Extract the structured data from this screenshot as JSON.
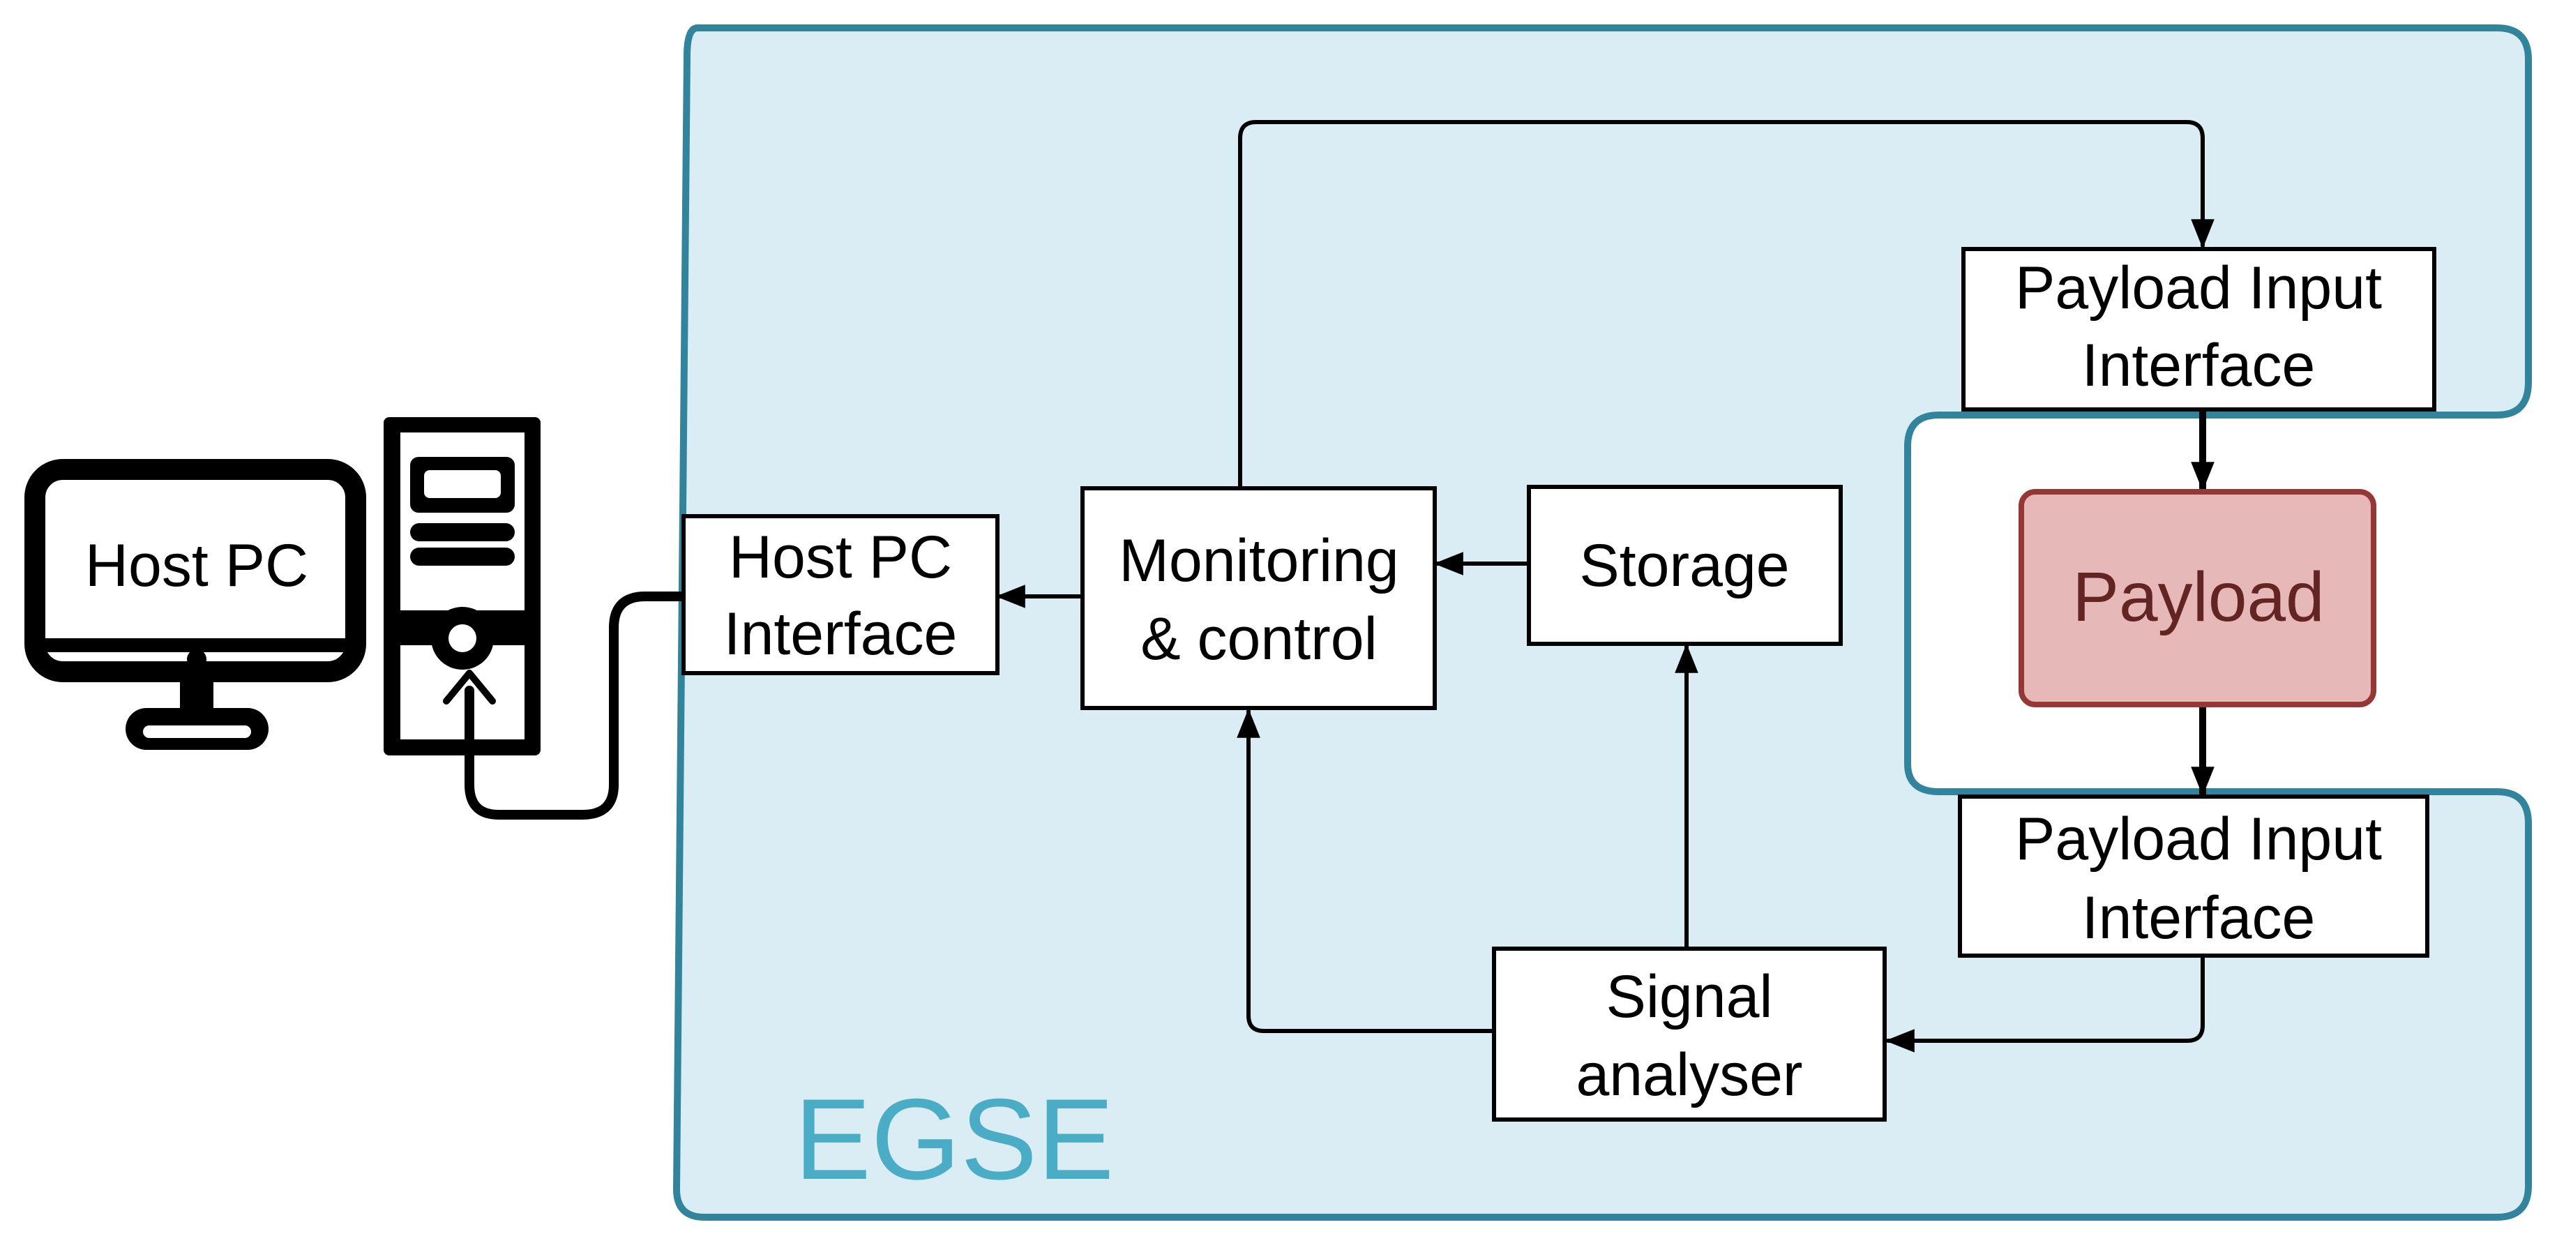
{
  "diagram": {
    "egse_label": "EGSE",
    "host_pc_label": "Host PC",
    "blocks": {
      "host_pc_interface": [
        "Host PC",
        "Interface"
      ],
      "monitoring_control": [
        "Monitoring",
        "& control"
      ],
      "storage": [
        "Storage"
      ],
      "payload_input_interface_top": [
        "Payload Input",
        "Interface"
      ],
      "payload": [
        "Payload"
      ],
      "payload_input_interface_bottom": [
        "Payload Input",
        "Interface"
      ],
      "signal_analyser": [
        "Signal",
        "analyser"
      ]
    }
  },
  "colors": {
    "egse_fill": "#daedf4",
    "egse_border": "#31849b",
    "egse_text": "#4bacc6",
    "payload_fill": "#e6b9b8",
    "payload_border": "#953735",
    "payload_text": "#632523"
  }
}
